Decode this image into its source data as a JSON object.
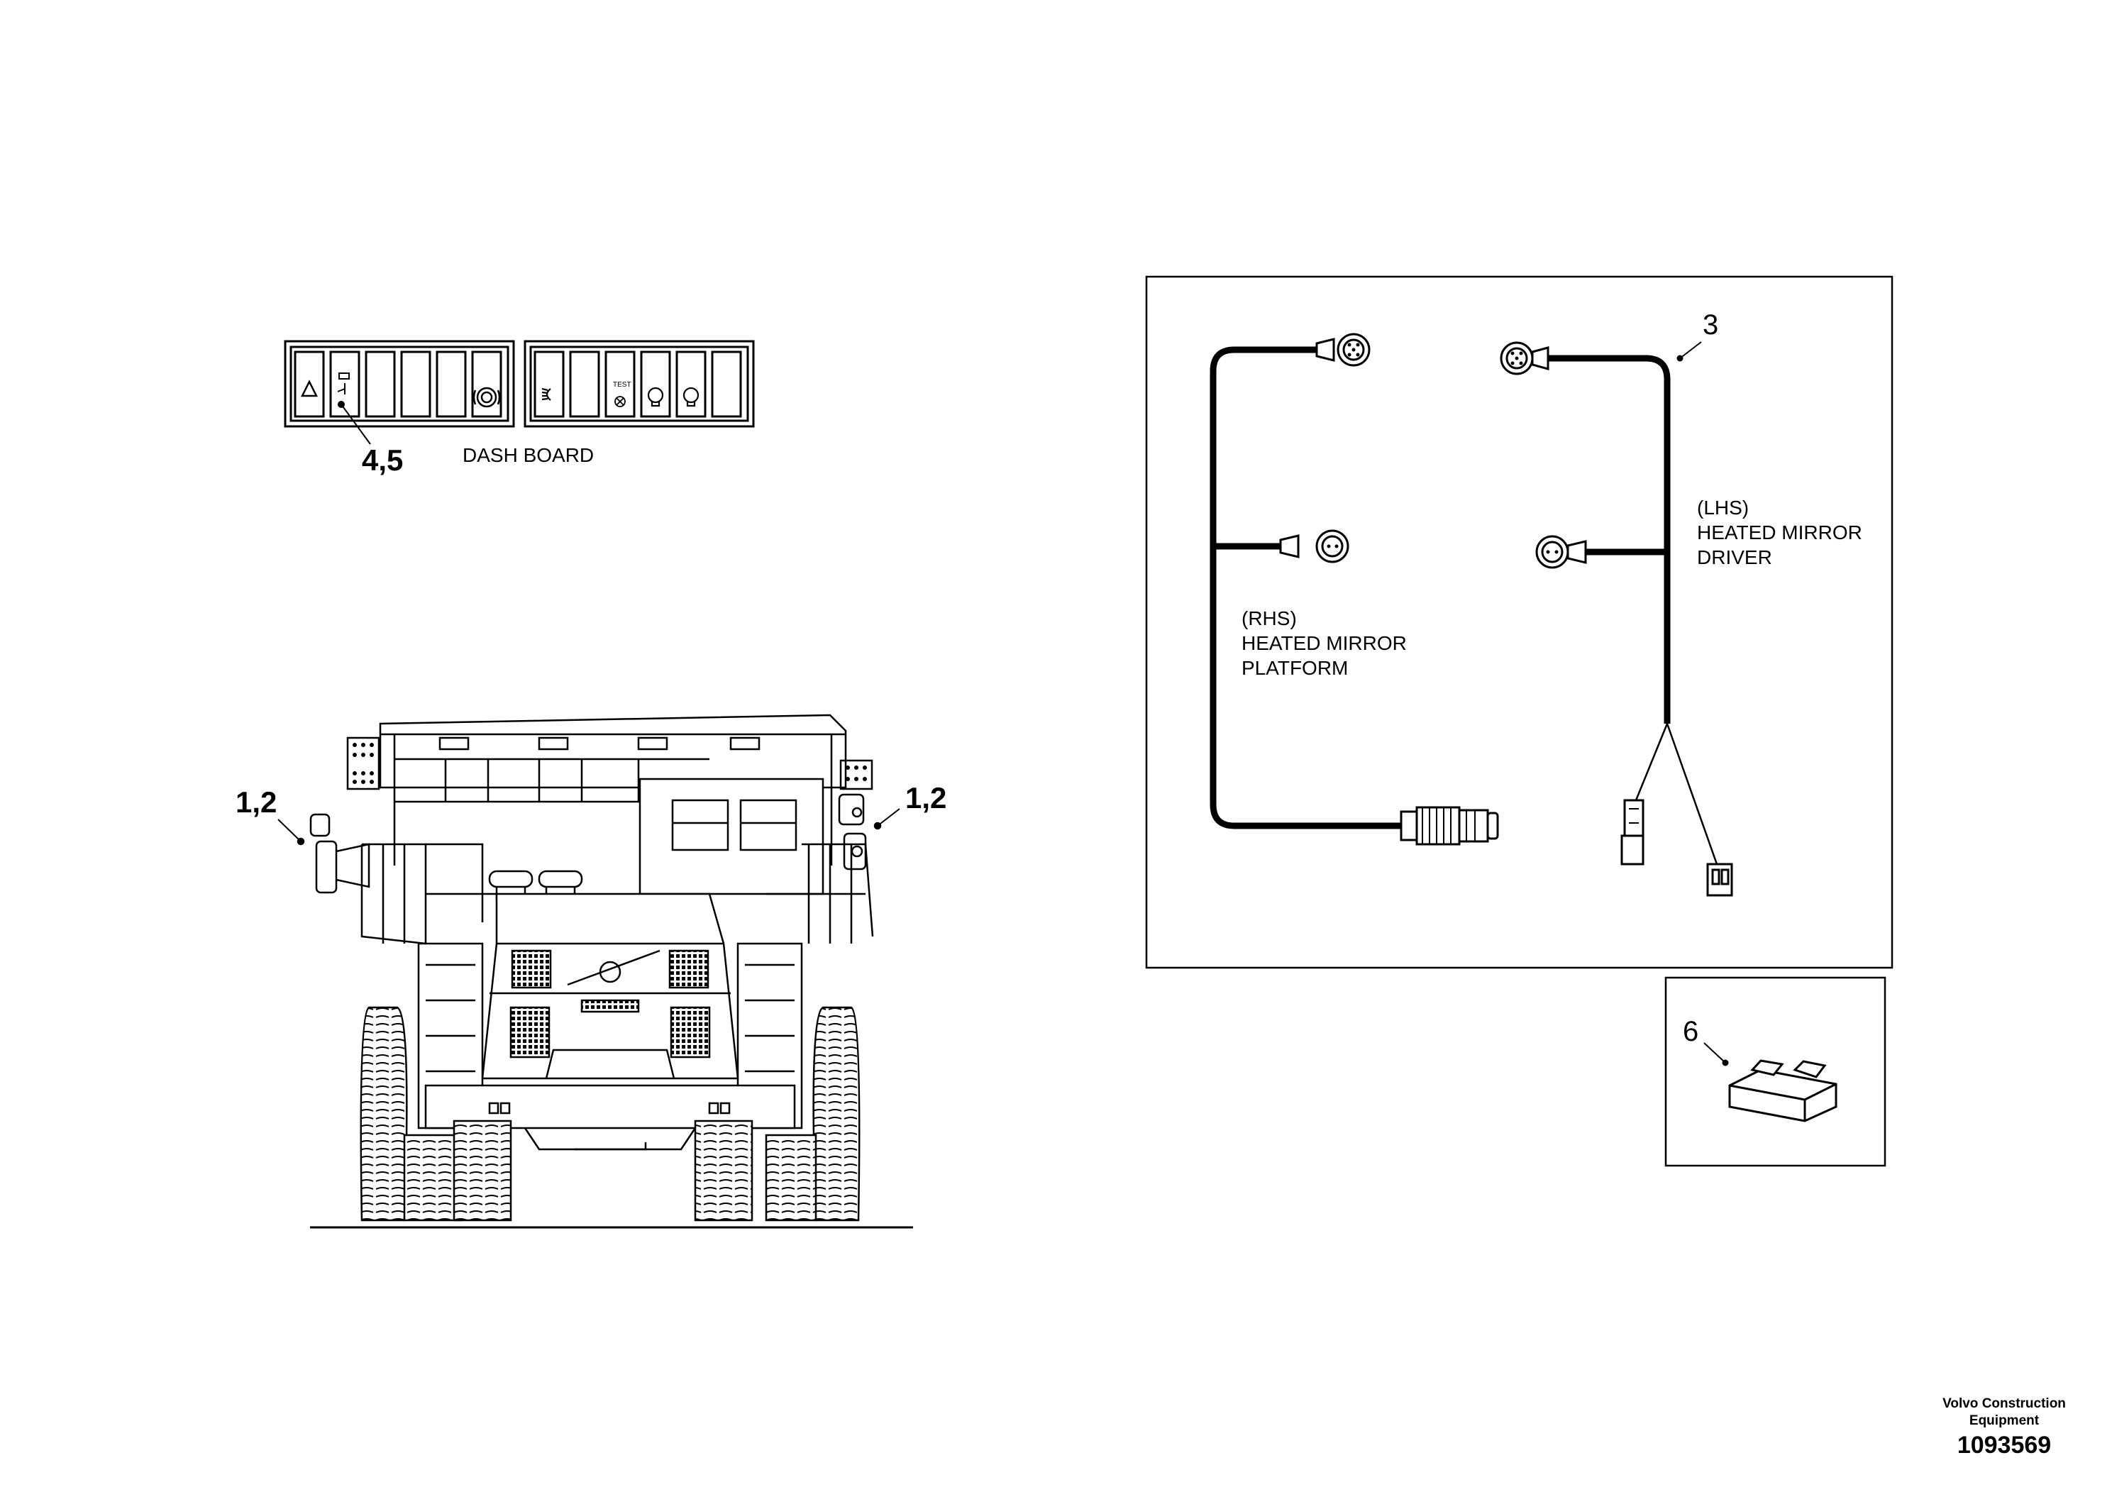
{
  "dashboard": {
    "caption": "DASH BOARD",
    "callout": "4,5",
    "panel_left_icons": [
      "warning-triangle-icon",
      "rear-wiper-icon",
      "blank",
      "blank",
      "blank",
      "brake-circle-icon"
    ],
    "panel_right_icons": [
      "headlight-icon",
      "blank",
      "test-lamp-icon",
      "bulb-icon",
      "bulb-icon",
      "blank"
    ],
    "test_text": "TEST"
  },
  "truck": {
    "callout_left": "1,2",
    "callout_right": "1,2"
  },
  "harness": {
    "callout": "3",
    "rhs_label": [
      "(RHS)",
      "HEATED MIRROR",
      "PLATFORM"
    ],
    "lhs_label": [
      "(LHS)",
      "HEATED MIRROR",
      "DRIVER"
    ]
  },
  "relay": {
    "callout": "6"
  },
  "footer": {
    "brand_line1": "Volvo Construction",
    "brand_line2": "Equipment",
    "number": "1093569"
  }
}
